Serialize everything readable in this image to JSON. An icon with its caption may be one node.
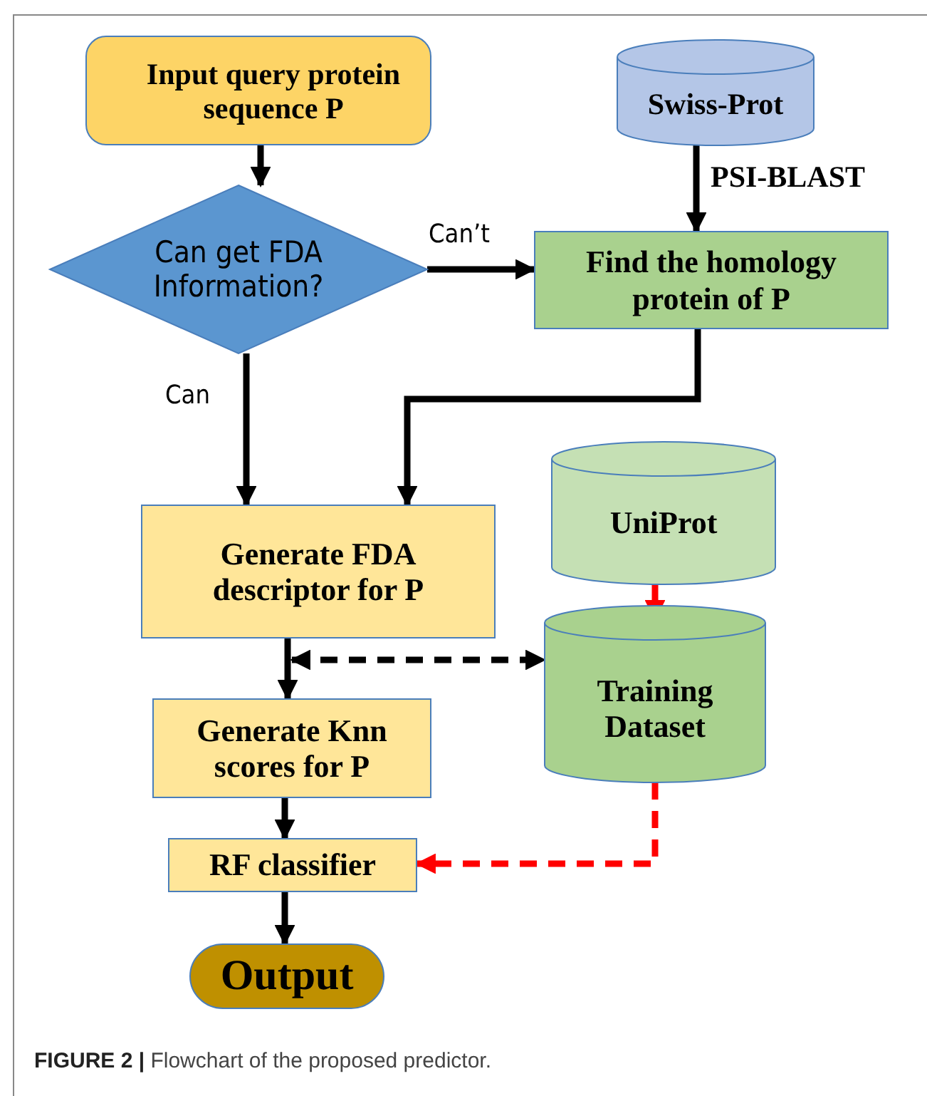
{
  "diagram": {
    "caption": "**FIGURE 2 |** Flowchart of the proposed predictor.",
    "nodes": [
      {
        "text": [
          "Input query protein sequence P"
        ]
      },
      {
        "text": [
          "Can get FDA Information?"
        ]
      },
      {
        "text": [
          "Swiss-Prot"
        ]
      },
      {
        "text": [
          "Find the homology protein of P"
        ]
      },
      {
        "text": [
          "UniProt"
        ]
      },
      {
        "text": [
          "Generate FDA descriptor for P"
        ]
      },
      {
        "text": [
          "Training Dataset"
        ]
      },
      {
        "text": [
          "Generate Knn scores for P"
        ]
      },
      {
        "text": [
          "RF classifier"
        ]
      },
      {
        "text": [
          "Output"
        ]
      }
    ],
    "edges": [
      {
        "from": 0,
        "to": 1,
        "arrow": "to"
      },
      {
        "from": 1,
        "to": 3,
        "arrow": "to",
        "label": "Can’t"
      },
      {
        "from": 2,
        "to": 3,
        "arrow": "to",
        "label": "PSI-BLAST"
      },
      {
        "from": 3,
        "to": 5,
        "arrow": "to"
      },
      {
        "from": 4,
        "to": 6,
        "arrow": "to",
        "color": "#ff0000"
      },
      {
        "from": 5,
        "to": 6,
        "arrow": "both",
        "style": "dashed"
      },
      {
        "from": 1,
        "to": 5,
        "arrow": "to",
        "label": "Can"
      },
      {
        "from": 5,
        "to": 7,
        "arrow": "to"
      },
      {
        "from": 7,
        "to": 8,
        "arrow": "to"
      },
      {
        "from": 6,
        "to": 8,
        "arrow": "to",
        "style": "dashed",
        "color": "#ff0000"
      },
      {
        "from": 8,
        "to": 9,
        "arrow": "to"
      }
    ]
  }
}
